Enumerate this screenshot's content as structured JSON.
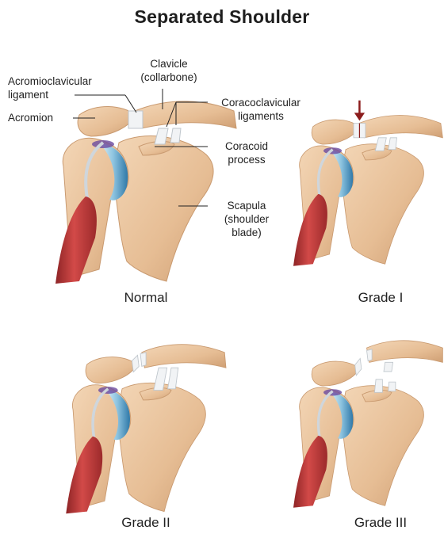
{
  "title": "Separated Shoulder",
  "labels": {
    "clavicle_line1": "Clavicle",
    "clavicle_line2": "(collarbone)",
    "ac_ligament_line1": "Acromioclavicular",
    "ac_ligament_line2": "ligament",
    "acromion": "Acromion",
    "cc_ligaments_line1": "Coracoclavicular",
    "cc_ligaments_line2": "ligaments",
    "coracoid_line1": "Coracoid",
    "coracoid_line2": "process",
    "scapula_line1": "Scapula",
    "scapula_line2": "(shoulder",
    "scapula_line3": "blade)"
  },
  "panels": [
    {
      "title": "Normal"
    },
    {
      "title": "Grade I"
    },
    {
      "title": "Grade II"
    },
    {
      "title": "Grade III"
    }
  ],
  "colors": {
    "bone": "#e8c29c",
    "bone_shade": "#c99a70",
    "cartilage": "#b9dcec",
    "cartilage_dark": "#4f95bf",
    "muscle": "#c0393a",
    "muscle_dark": "#8e2426",
    "ligament": "#f1f3f5",
    "arrow": "#8b1c1c"
  }
}
